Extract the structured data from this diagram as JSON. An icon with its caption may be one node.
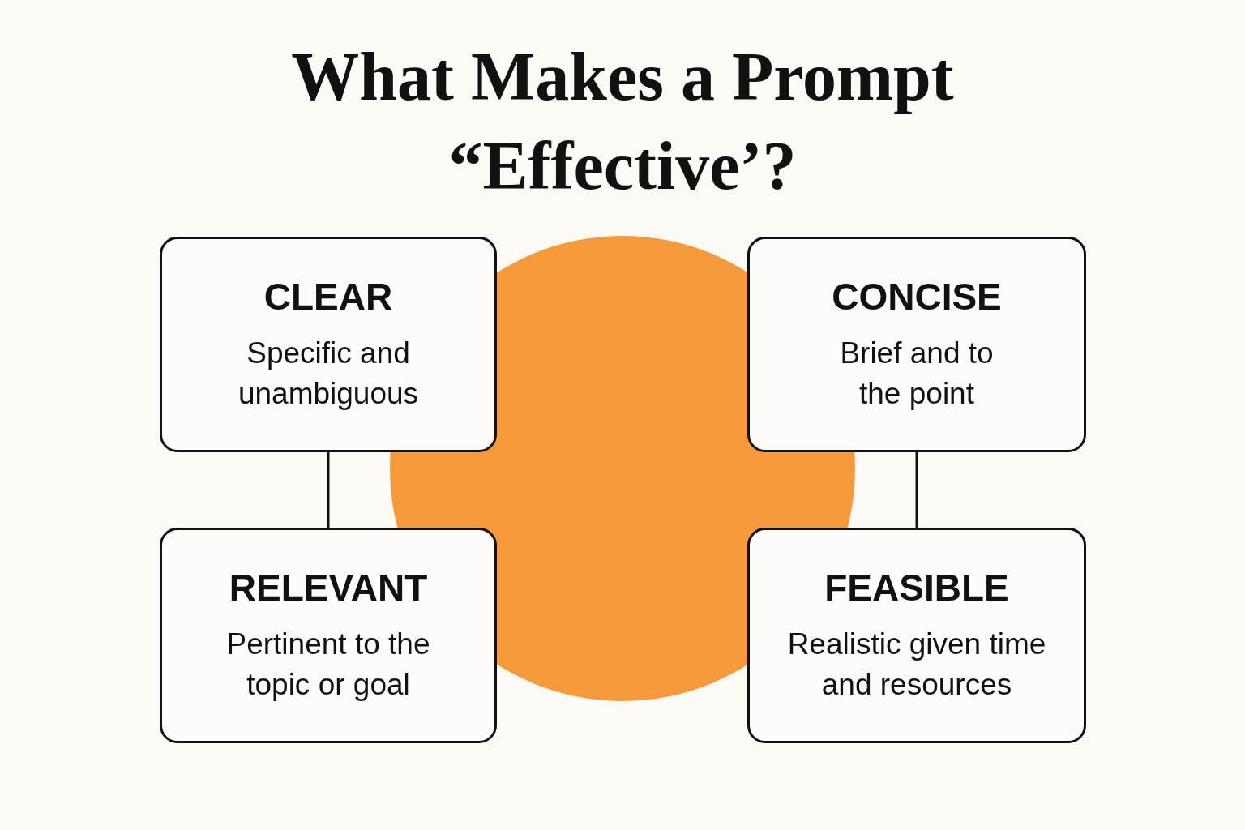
{
  "diagram": {
    "title": "What Makes a Prompt “Effective’?",
    "nodes": [
      {
        "text": [
          "CLEAR",
          "Specific and unambiguous"
        ]
      },
      {
        "text": [
          "CONCISE",
          "Brief and to the point"
        ]
      },
      {
        "text": [
          "RELEVANT",
          "Pertinent to the topic or goal"
        ]
      },
      {
        "text": [
          "FEASIBLE",
          "Realistic given time and resources"
        ]
      }
    ],
    "edges": [
      {
        "from": 0,
        "to": 2,
        "arrow": "none"
      },
      {
        "from": 1,
        "to": 3,
        "arrow": "none"
      }
    ]
  }
}
